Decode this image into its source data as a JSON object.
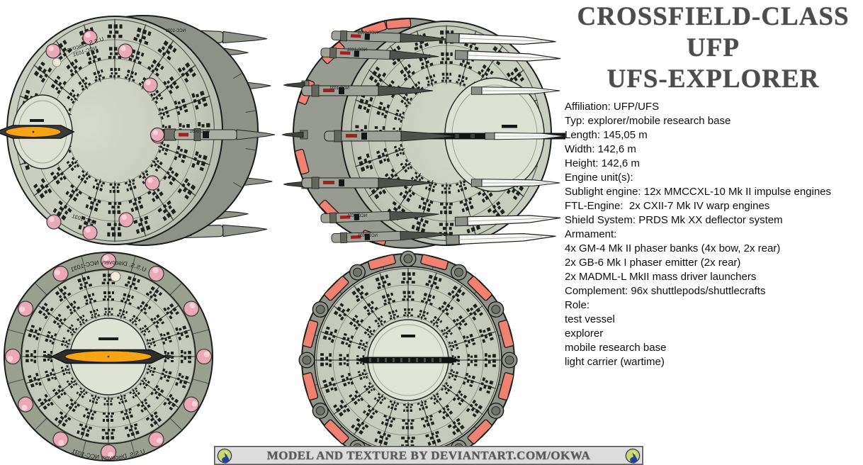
{
  "title": {
    "line1": "CROSSFIELD-CLASS",
    "line2": "UFP",
    "line3": "UFS-EXPLORER"
  },
  "specs": {
    "lines": [
      "Affiliation: UFP/UFS",
      "Typ: explorer/mobile research base",
      "Length: 145,05 m",
      "Width: 142,6 m",
      "Height: 142,6 m",
      "Engine unit(s):",
      "Sublight engine: 12x MMCCXL-10 Mk II impulse engines",
      "FTL-Engine:  2x CXII-7 Mk IV warp engines",
      "Shield System: PRDS Mk XX deflector system",
      "Armament:",
      "4x GM-4 Mk II phaser banks (4x bow, 2x rear)",
      "2x GB-6 Mk I phaser emitter (2x rear)",
      "2x MADML-L MkII mass driver launchers",
      "Complement: 96x shuttlepods/shuttlecrafts",
      "Role:",
      "test vessel",
      "explorer",
      "mobile research base",
      "light carrier (wartime)"
    ]
  },
  "footer": {
    "credit": "MODEL AND TEXTURE BY DEVIANTART.COM/OKWA",
    "logo": "deviantart-logo"
  },
  "ship": {
    "name": "U.S.S. Discovery",
    "registry": "NCC-1031",
    "hull_label": "U.S.S. Discovery  NCC-1031"
  },
  "colors": {
    "deflector_orange": "#f7a414",
    "bussard_pink": "#eba9b8",
    "impulse_salmon": "#f08170",
    "hull_light": "#c7ccbf",
    "hull_dark": "#8f938a",
    "title_gray": "#4c4c4c"
  }
}
